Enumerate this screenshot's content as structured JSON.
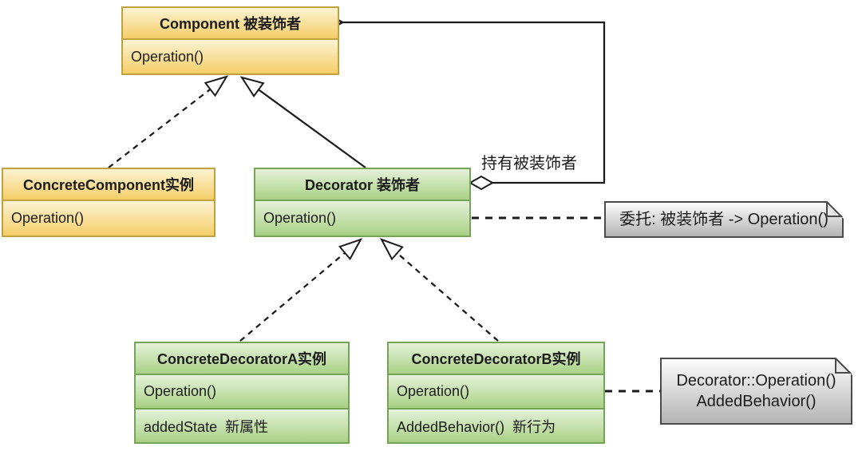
{
  "classes": {
    "component": {
      "title": "Component 被装饰者",
      "members": [
        "Operation()"
      ]
    },
    "concrete_component": {
      "title": "ConcreteComponent实例",
      "members": [
        "Operation()"
      ]
    },
    "decorator": {
      "title": "Decorator 装饰者",
      "members": [
        "Operation()"
      ]
    },
    "concrete_decorator_a": {
      "title": "ConcreteDecoratorA实例",
      "members": [
        "Operation()",
        "addedState  新属性"
      ]
    },
    "concrete_decorator_b": {
      "title": "ConcreteDecoratorB实例",
      "members": [
        "Operation()",
        "AddedBehavior()  新行为"
      ]
    }
  },
  "labels": {
    "aggregation": "持有被装饰者"
  },
  "notes": {
    "delegation": {
      "line1": "委托: 被装饰者 -> Operation()"
    },
    "behavior": {
      "line1": "Decorator::Operation()",
      "line2": "AddedBehavior()"
    }
  },
  "colors": {
    "class_yellow_top": "#FCF3D2",
    "class_yellow_bottom": "#F5CE68",
    "class_yellow_border": "#C2A23E",
    "class_green_top": "#E4F2DA",
    "class_green_bottom": "#A9D185",
    "class_green_border": "#76A457",
    "note_fill_top": "#FCFCFC",
    "note_fill_bottom": "#B4B4B4",
    "note_border": "#4A4A4A",
    "connector_line": "#1B1B1B"
  }
}
